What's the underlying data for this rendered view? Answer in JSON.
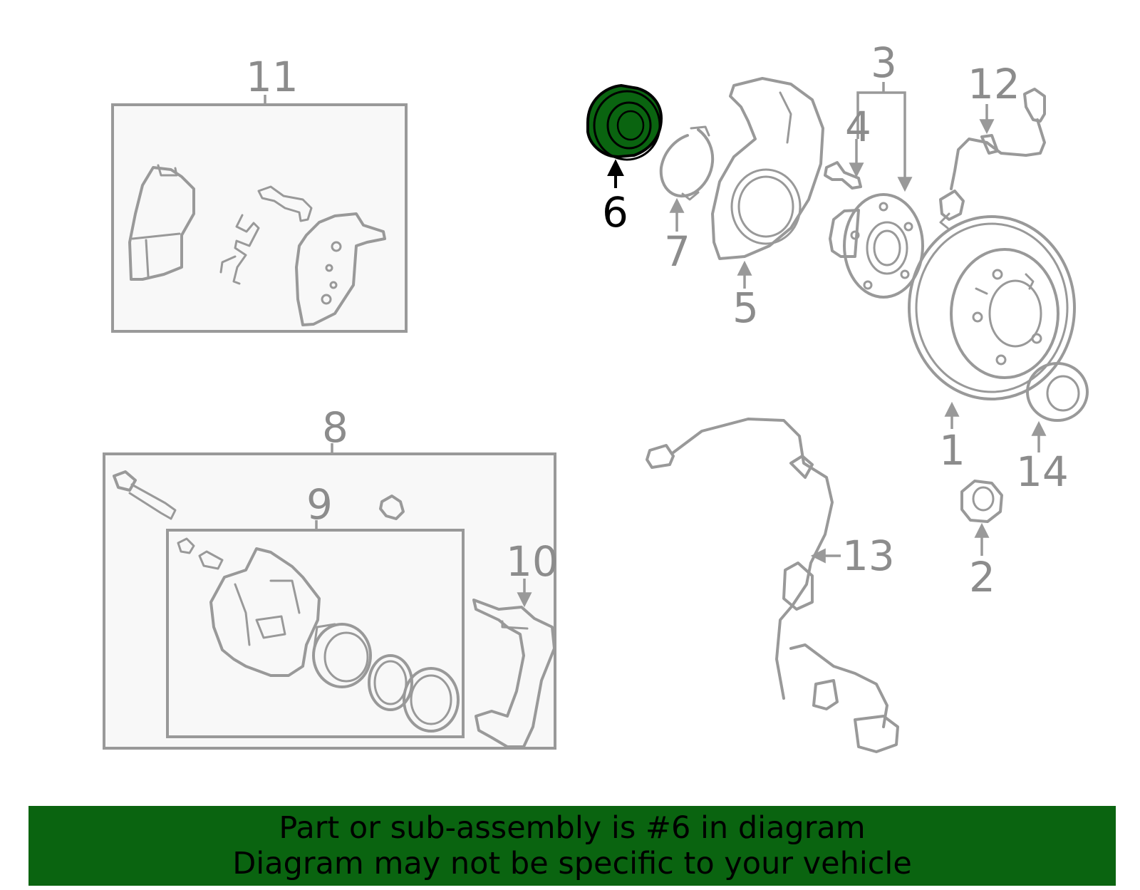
{
  "diagram": {
    "highlighted_part": "6",
    "highlight_color": "#0a6410",
    "line_color": "#999999",
    "labels": {
      "l1": "1",
      "l2": "2",
      "l3": "3",
      "l4": "4",
      "l5": "5",
      "l6": "6",
      "l7": "7",
      "l8": "8",
      "l9": "9",
      "l10": "10",
      "l11": "11",
      "l12": "12",
      "l13": "13",
      "l14": "14"
    }
  },
  "banner": {
    "line1": "Part or sub-assembly is #6 in diagram",
    "line2": "Diagram may not be specific to your vehicle",
    "background": "#0a6410"
  }
}
